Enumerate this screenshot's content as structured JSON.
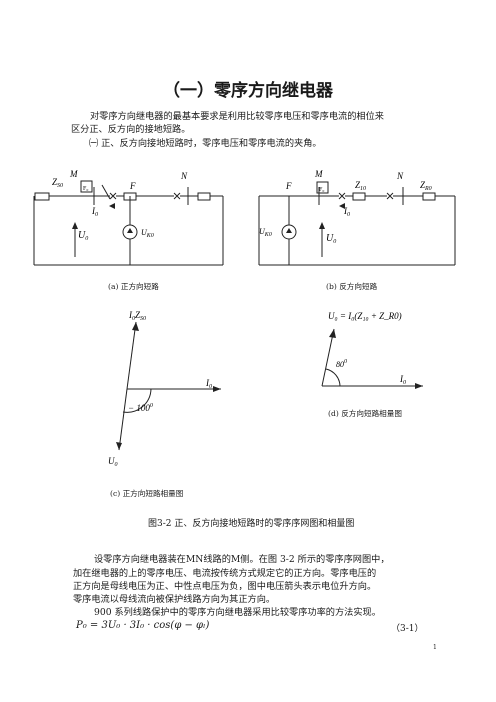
{
  "title": "（一）零序方向继电器",
  "intro": {
    "line1": "对零序方向继电器的最基本要求是利用比较零序电压和零序电流的相位来",
    "line2": "区分正、反方向的接地短路。",
    "line3": "㈠ 正、反方向接地短路时，零序电压和零序电流的夹角。"
  },
  "diagram_a": {
    "zs0": "Z",
    "zs0_sub": "S0",
    "m": "M",
    "f": "F",
    "n": "N",
    "i0": "I",
    "i0_sub": "0",
    "u0": "U",
    "u0_sub": "0",
    "uk0": "U",
    "uk0_sub": "K0",
    "caption": "(a)  正方向短路"
  },
  "diagram_b": {
    "m": "M",
    "f": "F",
    "n": "N",
    "z10": "Z",
    "z10_sub": "10",
    "zr0": "Z",
    "zr0_sub": "R0",
    "i0": "I",
    "i0_sub": "0",
    "u0": "U",
    "u0_sub": "0",
    "uk0": "U",
    "uk0_sub": "K0",
    "caption": "(b)  反方向短路"
  },
  "phasor_c": {
    "top_label": "I",
    "top_label_sub1": "0",
    "top_label_z": "Z",
    "top_label_sub2": "S0",
    "right_label": "I",
    "right_label_sub": "0",
    "angle_label": "− 100",
    "angle_sup": "0",
    "bottom_label": "U",
    "bottom_label_sub": "0",
    "caption": "(c)  正方向短路相量图"
  },
  "phasor_d": {
    "top_label": "U₀ = I₀(Z₁₀ + Z_R0)",
    "right_label": "I",
    "right_label_sub": "0",
    "angle_label": "80",
    "angle_sup": "0",
    "caption": "(d)  反方向短路相量图"
  },
  "figure_caption": "图3-2   正、反方向接地短路时的零序序网图和相量图",
  "body": {
    "line1": "设零序方向继电器装在MN线路的M侧。在图 3-2 所示的零序序网图中，",
    "line2": "加在继电器的上的零序电压、电流按传统方式规定它的正方向。零序电压的",
    "line3": "正方向是母线电压为正、中性点电压为负，图中电压箭头表示电位升方向。",
    "line4": "零序电流以母线流向被保护线路方向为其正方向。",
    "line5": "900 系列线路保护中的零序方向继电器采用比较零序功率的方法实现。"
  },
  "equation": {
    "text": "P₀ = 3U₀ · 3I₀ · cos(φ − φₗ)",
    "number": "（3-1）"
  },
  "page_number": "1"
}
